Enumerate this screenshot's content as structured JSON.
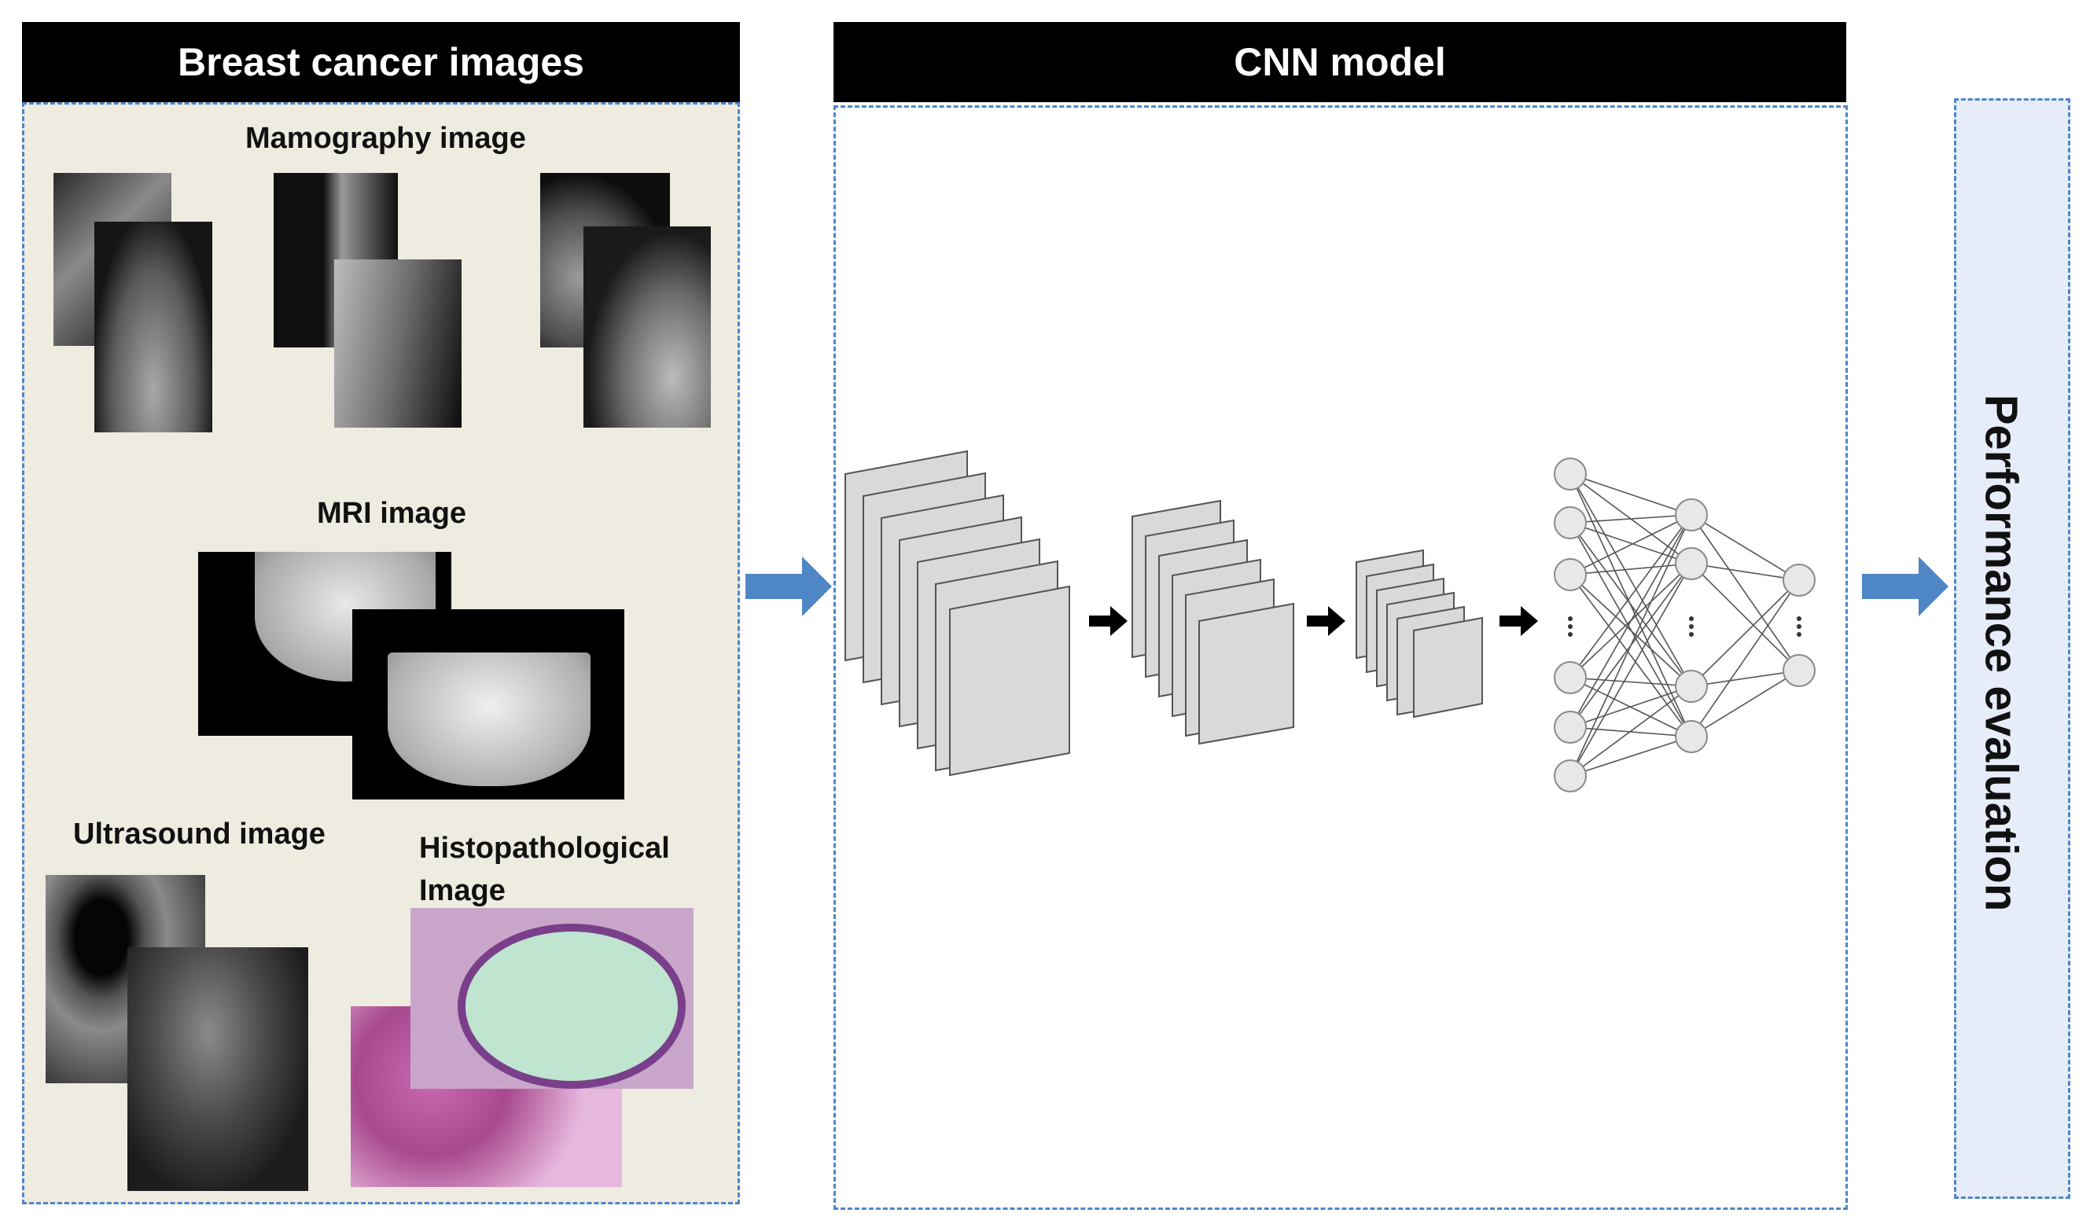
{
  "panels": {
    "input": {
      "title": "Breast cancer images"
    },
    "model": {
      "title": "CNN model"
    },
    "output": {
      "title": "Performance evaluation"
    }
  },
  "image_groups": {
    "mammography": "Mamography image",
    "mri": "MRI image",
    "ultrasound": "Ultrasound image",
    "histopathological_line1": "Histopathological",
    "histopathological_line2": "Image"
  },
  "colors": {
    "header_bg": "#000000",
    "input_panel_bg": "#eeebe1",
    "dashed_border": "#4f86c6",
    "arrow_blue": "#4f86c6",
    "perf_panel_bg": "#e6edf9",
    "feature_map": "#d9d9d9"
  },
  "icons": [
    "flow-arrow-icon",
    "small-arrow-icon",
    "ellipsis-icon"
  ]
}
